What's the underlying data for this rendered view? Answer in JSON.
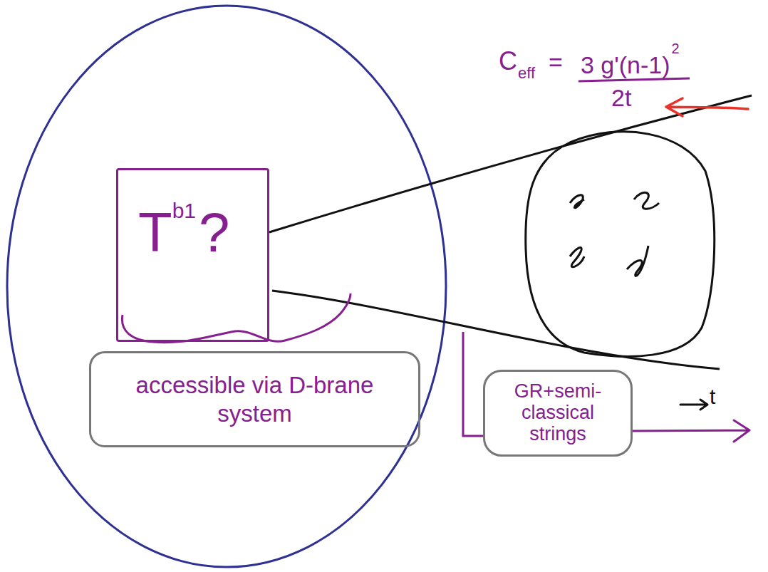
{
  "diagram": {
    "nodes": [
      {
        "text": [
          "T",
          "b1",
          "?"
        ]
      },
      {
        "text": [
          "accessible via D-brane system"
        ]
      },
      {
        "text": [
          "GR+semi-classical strings"
        ]
      }
    ],
    "labels": [
      "C",
      "eff",
      "=",
      "3 g'(n-1)",
      "2",
      "2t",
      "t"
    ]
  }
}
